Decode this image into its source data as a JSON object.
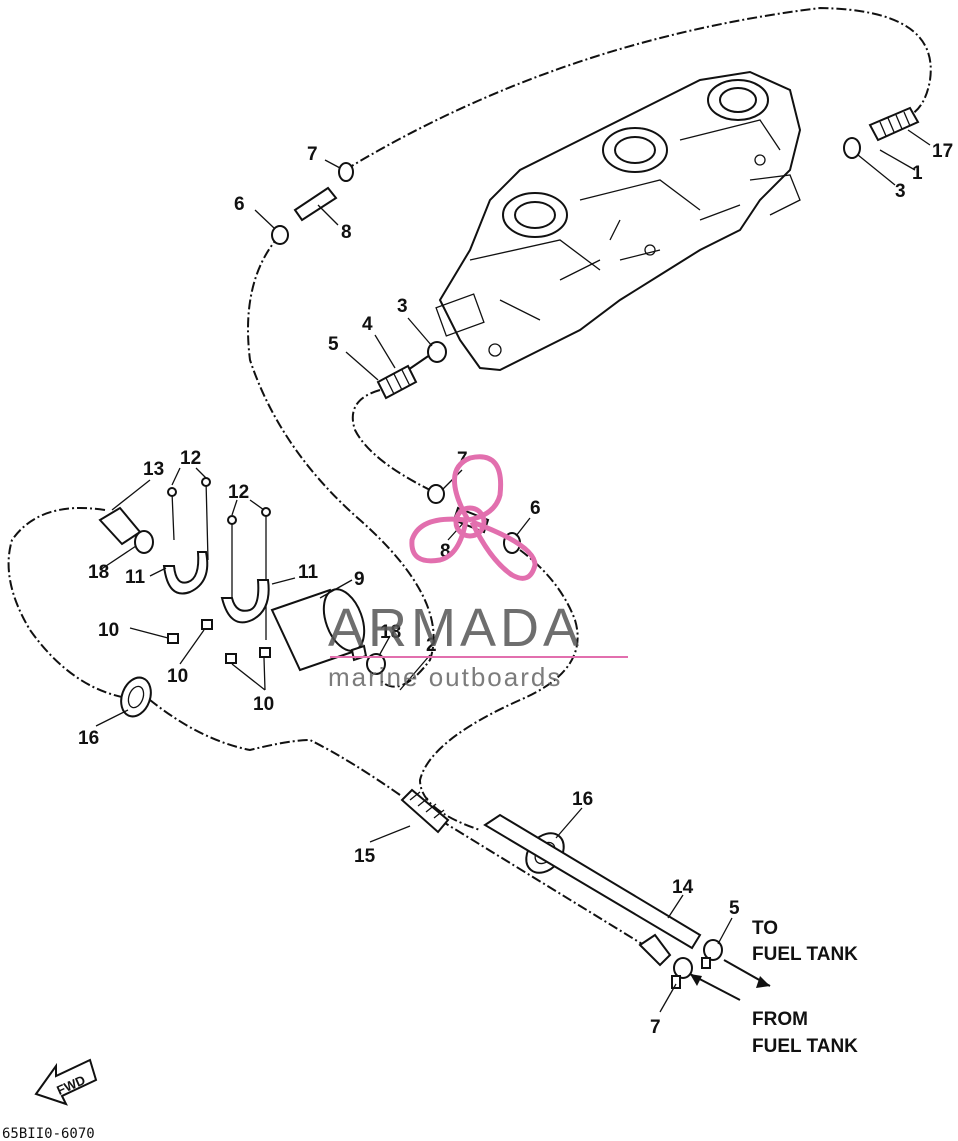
{
  "diagram": {
    "callouts": [
      {
        "id": "c17",
        "text": "17"
      },
      {
        "id": "c1",
        "text": "1"
      },
      {
        "id": "c3a",
        "text": "3"
      },
      {
        "id": "c7a",
        "text": "7"
      },
      {
        "id": "c6a",
        "text": "6"
      },
      {
        "id": "c8a",
        "text": "8"
      },
      {
        "id": "c3b",
        "text": "3"
      },
      {
        "id": "c4",
        "text": "4"
      },
      {
        "id": "c5a",
        "text": "5"
      },
      {
        "id": "c13",
        "text": "13"
      },
      {
        "id": "c12a",
        "text": "12"
      },
      {
        "id": "c12b",
        "text": "12"
      },
      {
        "id": "c7b",
        "text": "7"
      },
      {
        "id": "c6b",
        "text": "6"
      },
      {
        "id": "c8b",
        "text": "8"
      },
      {
        "id": "c18a",
        "text": "18"
      },
      {
        "id": "c11a",
        "text": "11"
      },
      {
        "id": "c11b",
        "text": "11"
      },
      {
        "id": "c9",
        "text": "9"
      },
      {
        "id": "c10a",
        "text": "10"
      },
      {
        "id": "c10b",
        "text": "10"
      },
      {
        "id": "c10c",
        "text": "10"
      },
      {
        "id": "c18b",
        "text": "18"
      },
      {
        "id": "c2",
        "text": "2"
      },
      {
        "id": "c16a",
        "text": "16"
      },
      {
        "id": "c16b",
        "text": "16"
      },
      {
        "id": "c15",
        "text": "15"
      },
      {
        "id": "c14",
        "text": "14"
      },
      {
        "id": "c5b",
        "text": "5"
      },
      {
        "id": "c7c",
        "text": "7"
      }
    ],
    "to_tank_line1": "TO",
    "to_tank_line2": "FUEL TANK",
    "from_tank_line1": "FROM",
    "from_tank_line2": "FUEL TANK",
    "fwd_label": "FWD",
    "drawing_code": "65BII0-6070"
  },
  "watermark": {
    "brand": "ARMADA",
    "tagline": "marine outboards",
    "accent_color": "#e26fae"
  }
}
